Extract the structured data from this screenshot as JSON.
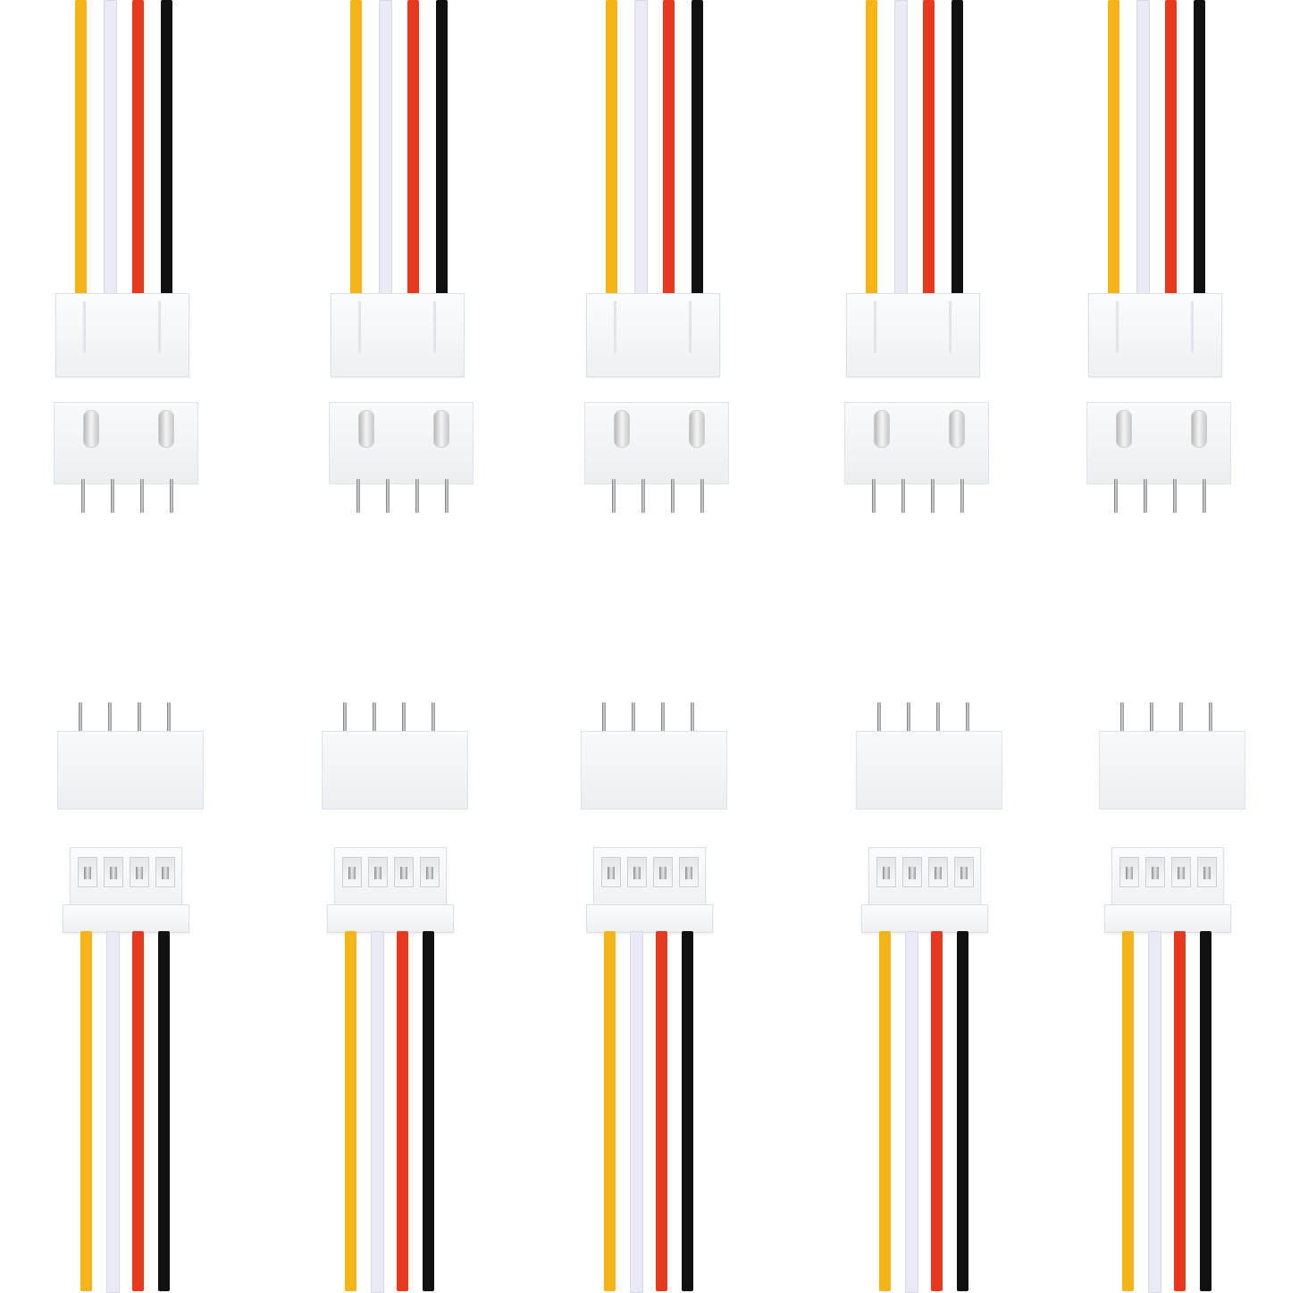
{
  "colors": {
    "background": "#ffffff",
    "wire_yellow": "#f6b416",
    "wire_white": "#e9eaf3",
    "wire_red": "#e8381f",
    "wire_black": "#111111",
    "housing": "#f3f5f7"
  },
  "wire_order": [
    "wire_yellow",
    "wire_white",
    "wire_red",
    "wire_black"
  ],
  "connector_pins": 4,
  "top_row_count": 5,
  "bottom_row_count": 5
}
